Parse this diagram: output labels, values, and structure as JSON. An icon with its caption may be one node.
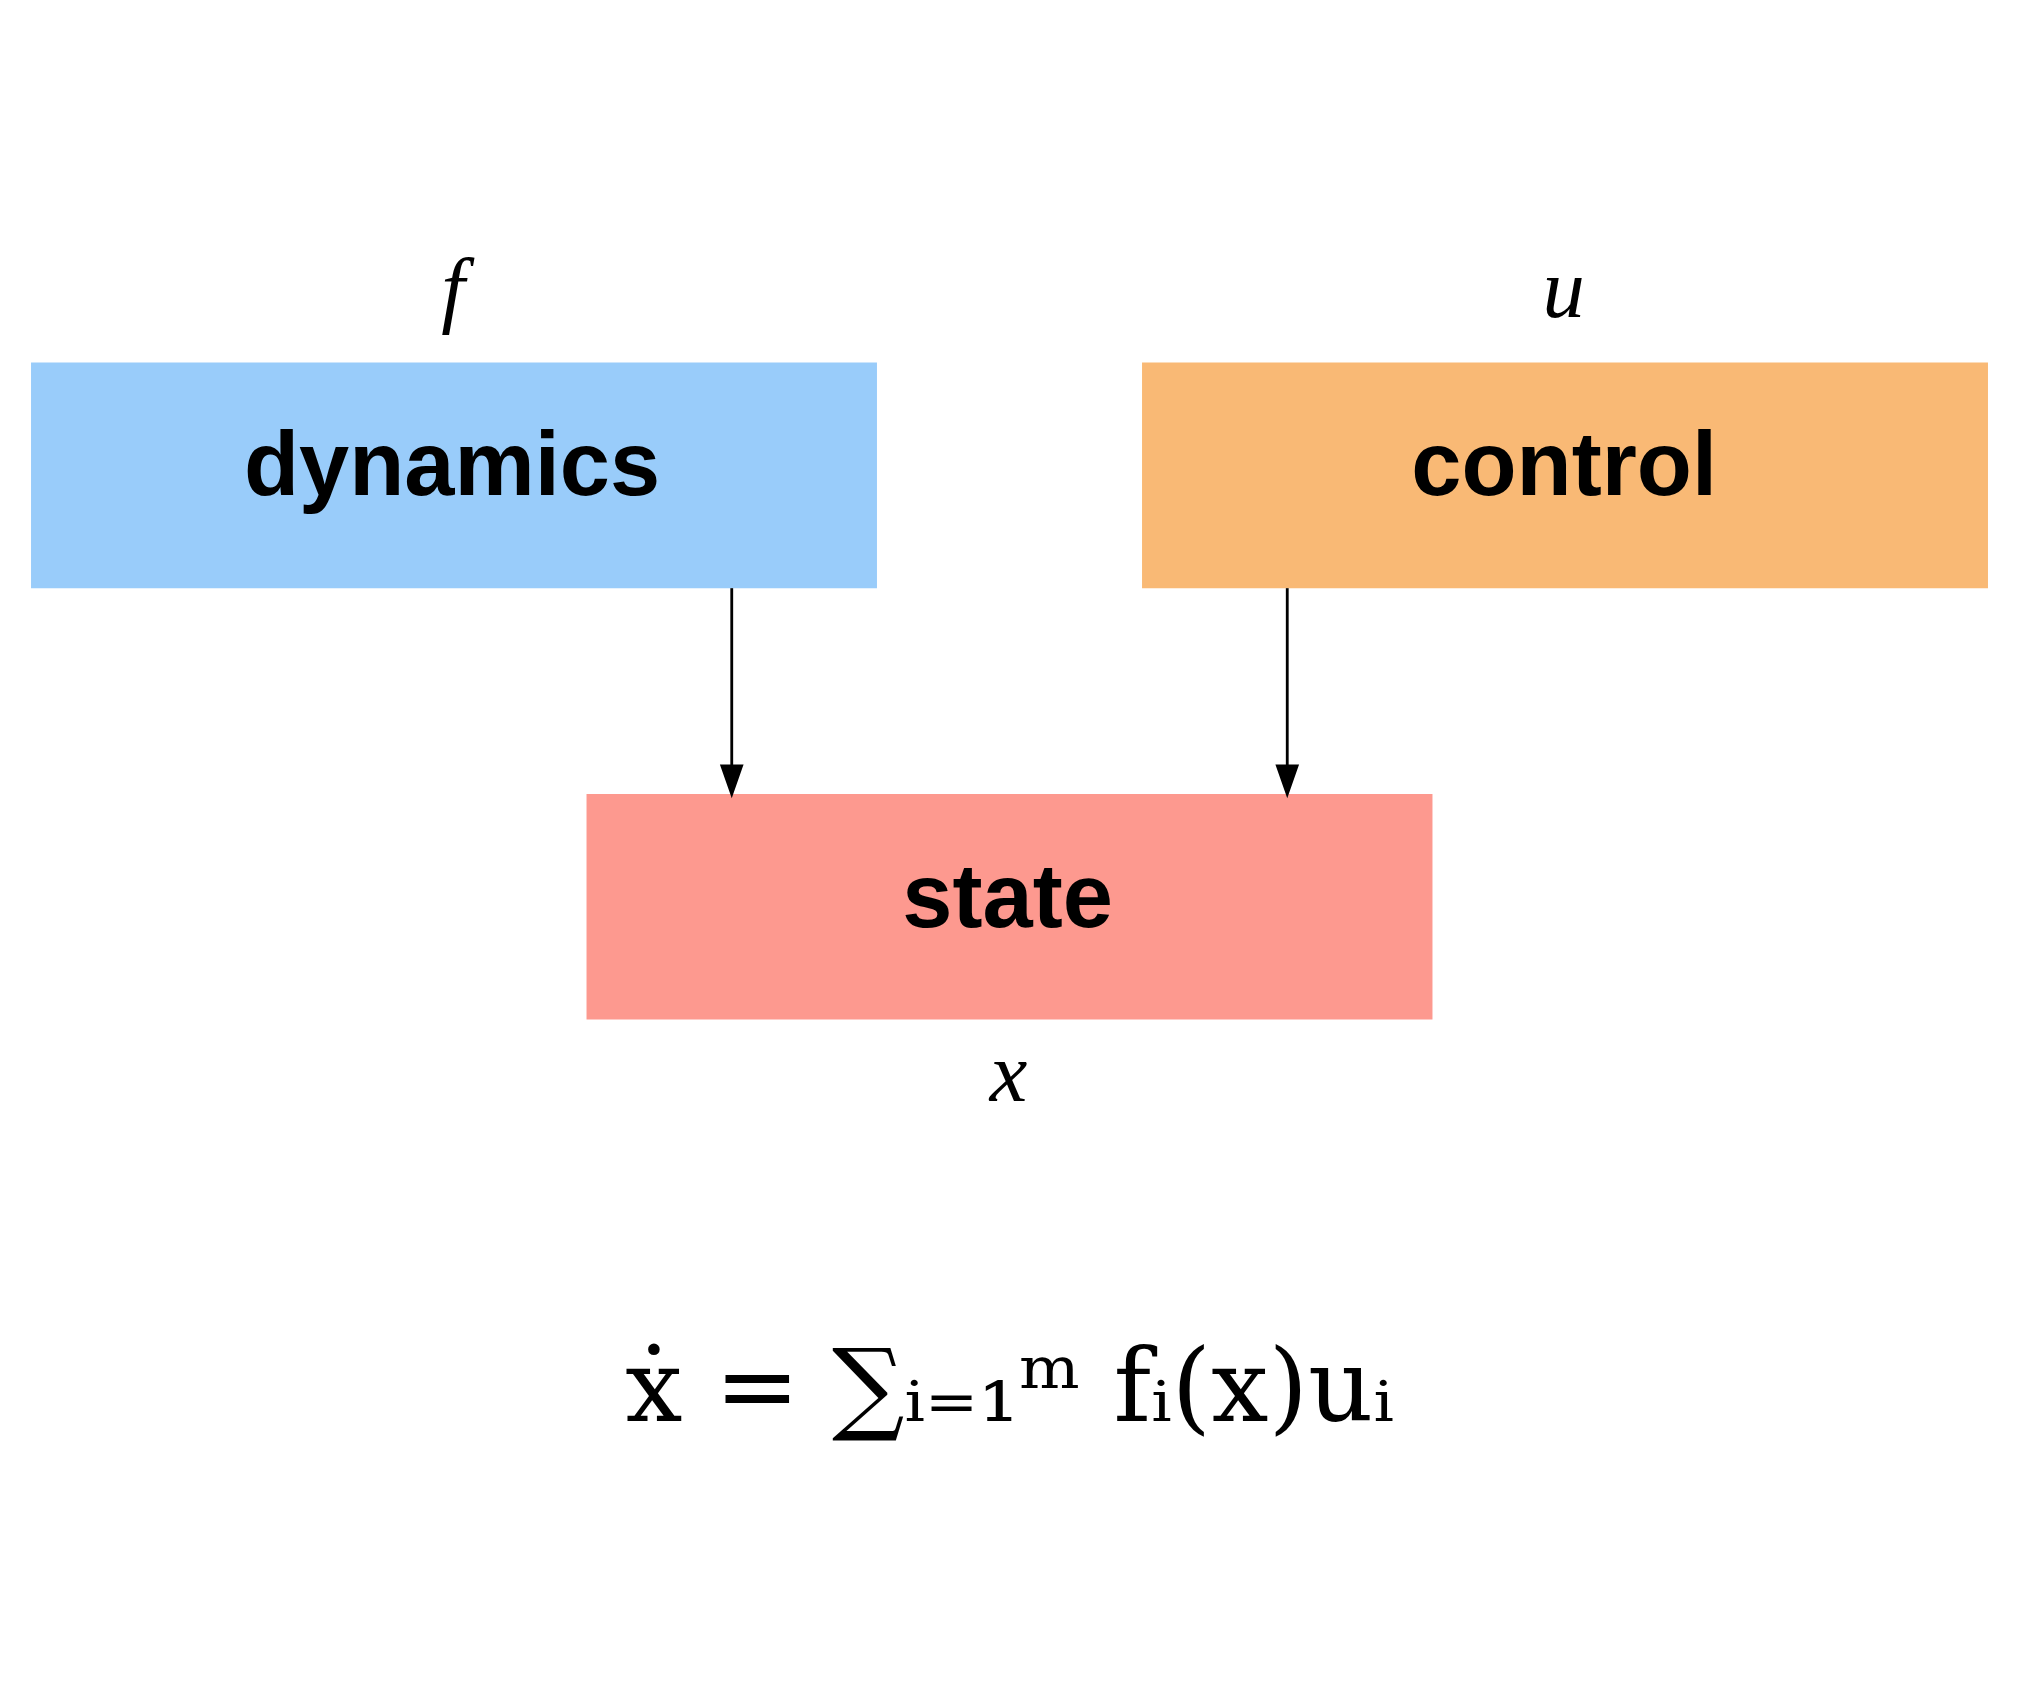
{
  "diagram": {
    "nodes": [
      {
        "text": [
          "dynamics"
        ],
        "beside": [
          "f"
        ]
      },
      {
        "text": [
          "control"
        ],
        "beside": [
          "u"
        ]
      },
      {
        "text": [
          "state"
        ],
        "beside": [
          "x"
        ]
      }
    ],
    "edges": [
      {
        "from": 0,
        "to": 2,
        "arrow": "to"
      },
      {
        "from": 1,
        "to": 2,
        "arrow": "to"
      }
    ],
    "labels": [
      "ẋ = ∑ᵢ₌₁ᵐ fᵢ(x)uᵢ"
    ]
  }
}
